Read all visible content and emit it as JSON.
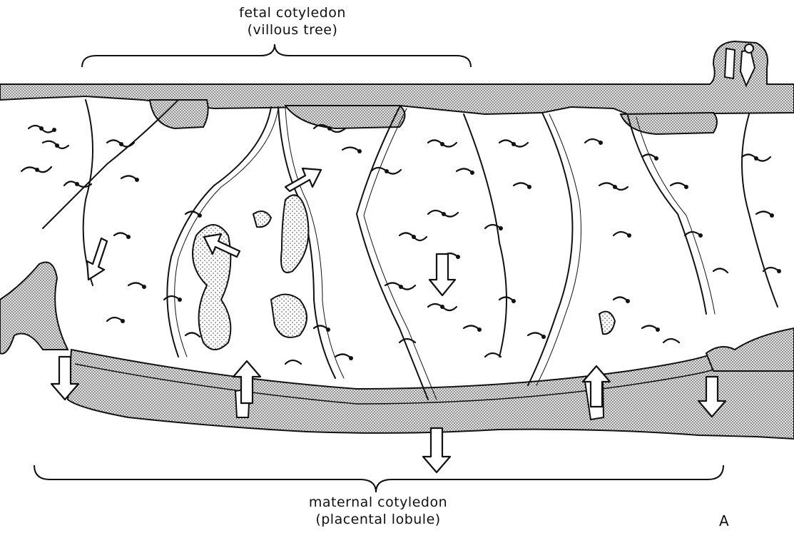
{
  "labels": {
    "fetal_title": "fetal cotyledon",
    "fetal_subtitle": "(villous tree)",
    "maternal_title": "maternal cotyledon",
    "maternal_subtitle": "(placental lobule)",
    "panel": "A"
  },
  "colors": {
    "ink": "#111111",
    "plate_fill": "#d8d8d8",
    "background": "#ffffff"
  },
  "icons": [
    "flow-arrow-icon"
  ]
}
